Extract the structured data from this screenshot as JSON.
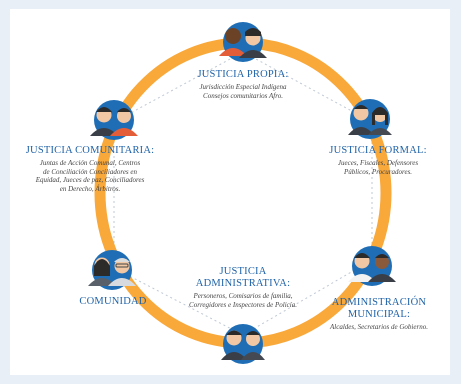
{
  "colors": {
    "ring": "#f9a83a",
    "dots": "#bfc8d4",
    "title": "#1f63a8",
    "circle_blue": "#1f6eb5"
  },
  "nodes": {
    "propia": {
      "title": "JUSTICIA PROPIA:",
      "desc": [
        "Jurisdicción Especial Indígena",
        "Consejos comunitarios Afro."
      ]
    },
    "formal": {
      "title": "JUSTICIA FORMAL:",
      "desc": [
        "Jueces, Fiscales, Defensores",
        "Públicos, Procuradores."
      ]
    },
    "comunitaria": {
      "title": "JUSTICIA COMUNITARIA:",
      "desc": [
        "Juntas de Acción Comunal, Centros",
        "de Conciliación Conciliadores en",
        "Equidad, Jueces de paz, Conciliadores",
        "en Derecho, Árbitros."
      ]
    },
    "comunidad": {
      "title": "COMUNIDAD"
    },
    "administrativa": {
      "title_lines": [
        "JUSTICIA",
        "ADMINISTRATIVA:"
      ],
      "desc": [
        "Personeros, Comisarios de familia,",
        "Corregidores e Inspectores de Policía."
      ]
    },
    "municipal": {
      "title_lines": [
        "ADMINISTRACIÓN",
        "MUNICIPAL:"
      ],
      "desc": [
        "Alcaldes, Secretarios de Gobierno."
      ]
    }
  },
  "icons": [
    "indigenous-people-icon",
    "judges-icon",
    "mediators-icon",
    "community-icon",
    "officials-icon",
    "mayors-icon"
  ]
}
